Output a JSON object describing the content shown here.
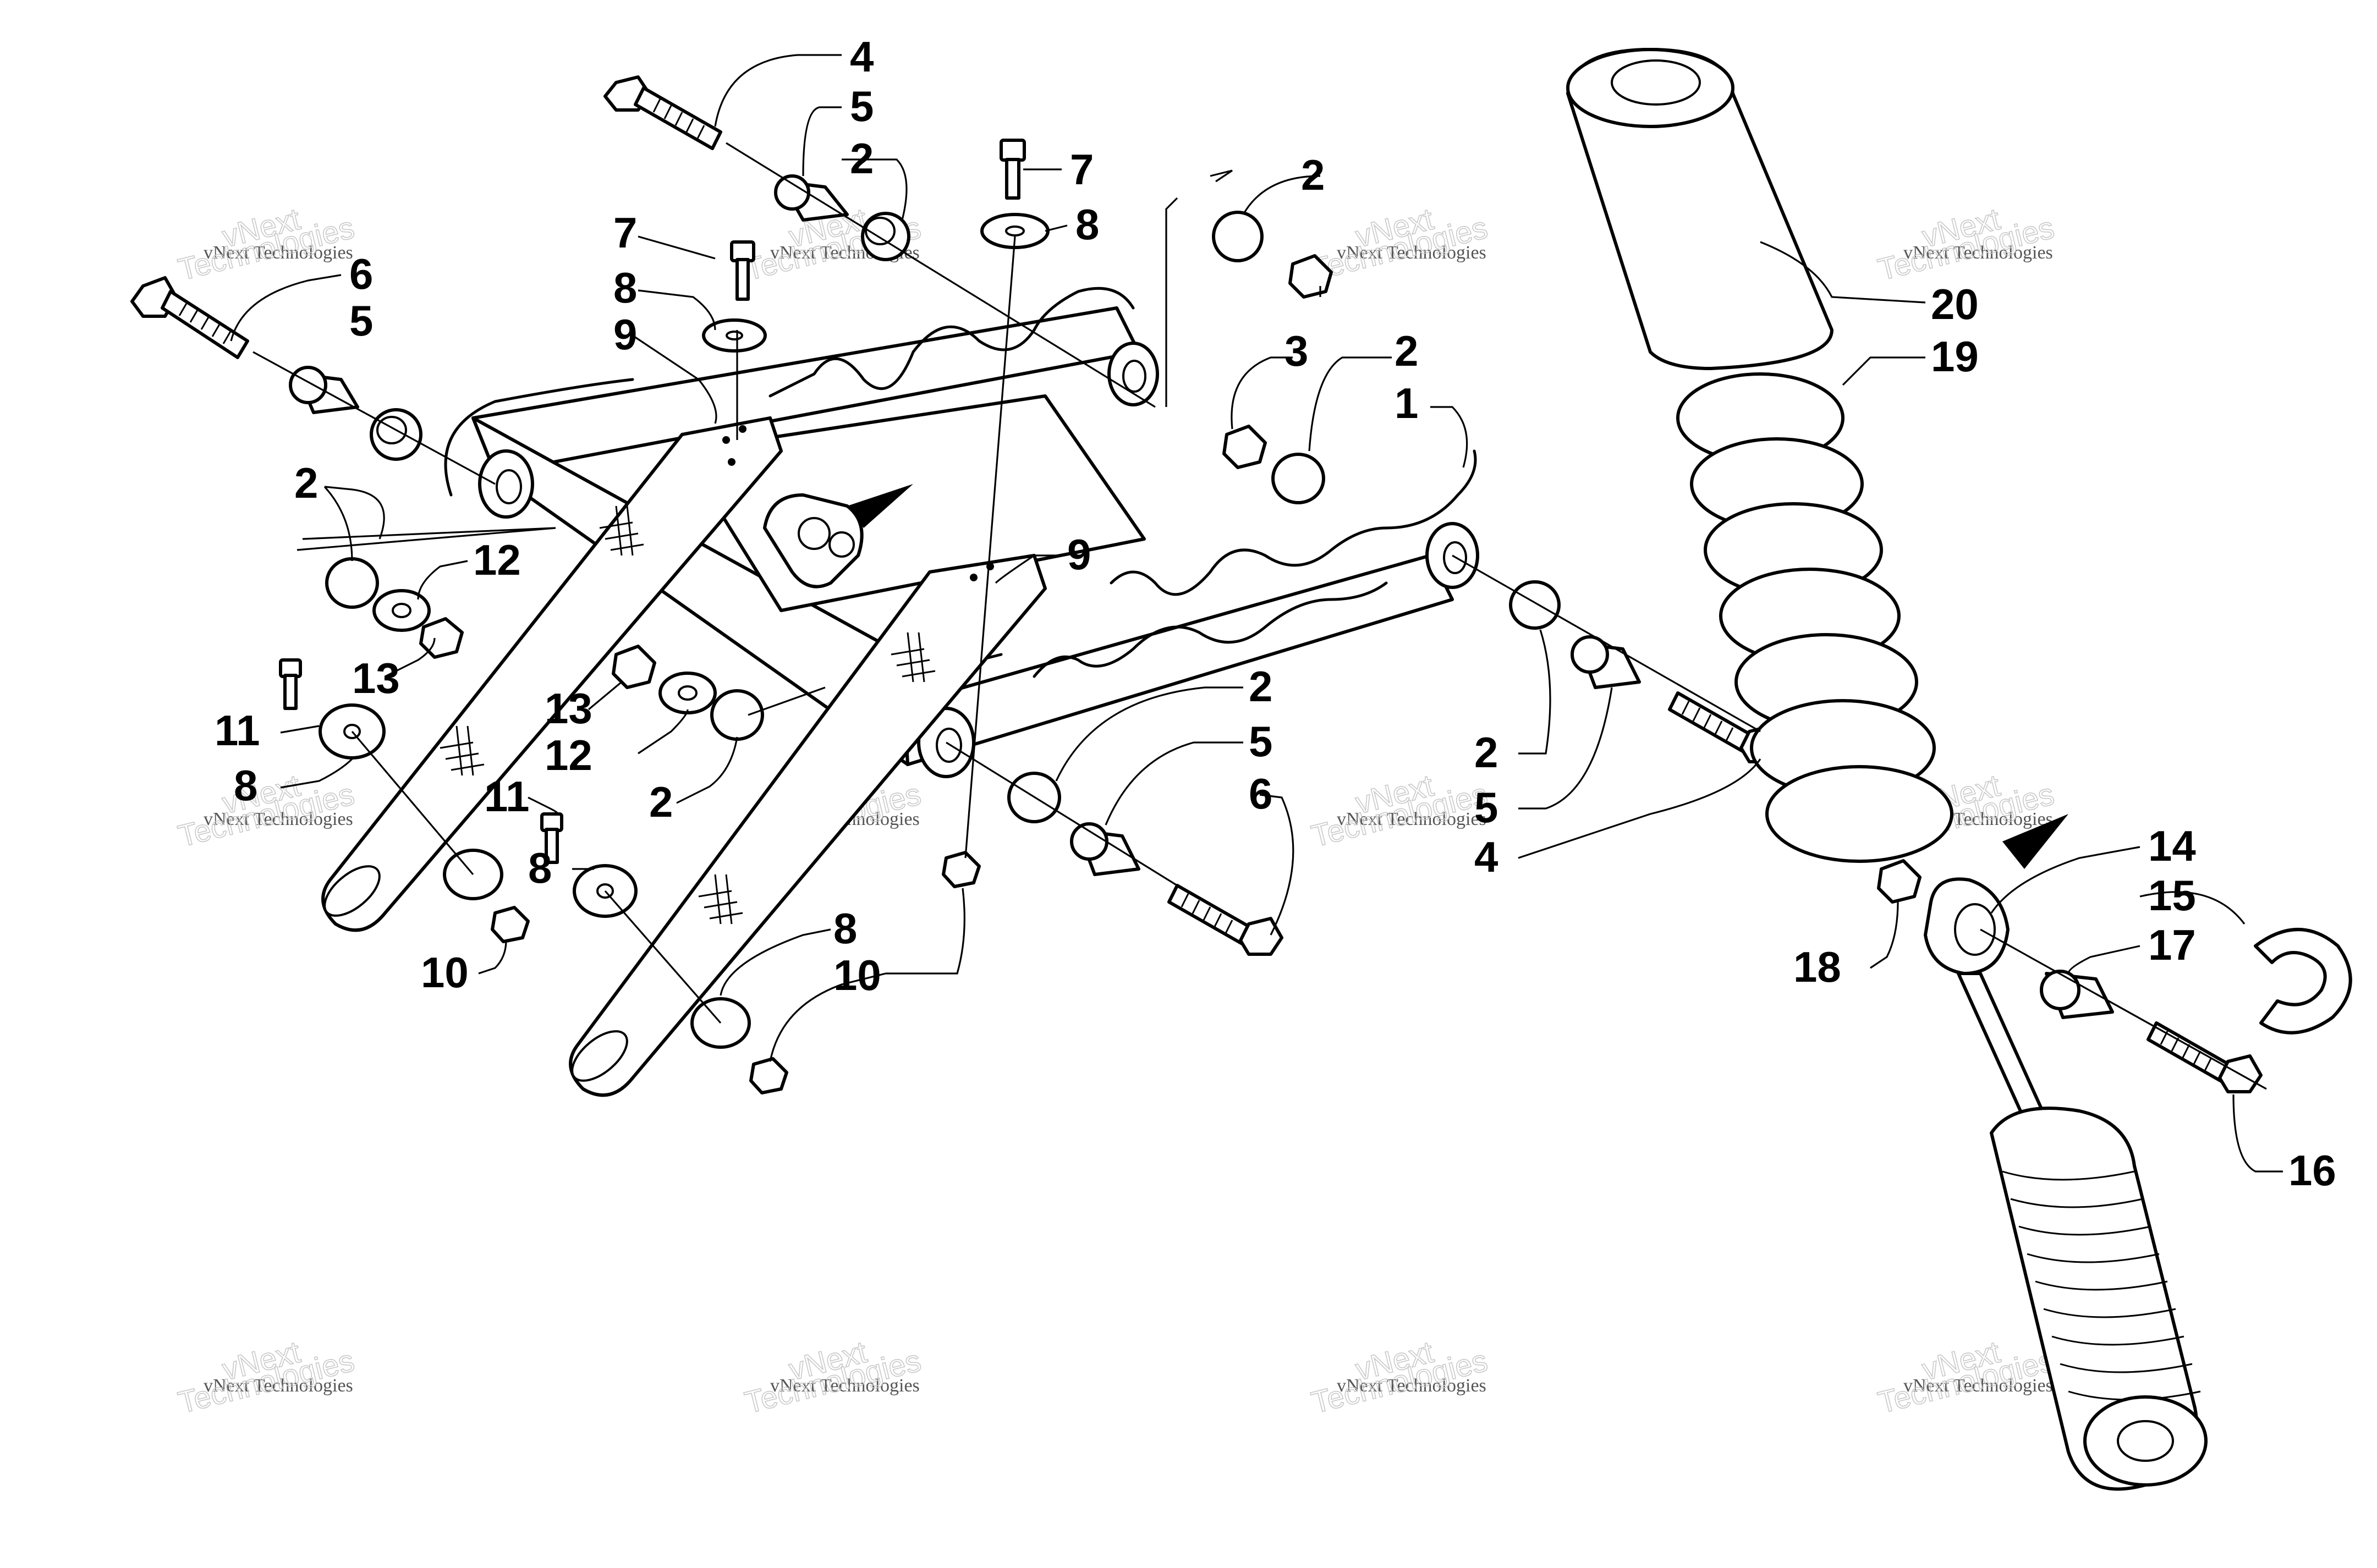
{
  "diagram": {
    "callouts": [
      {
        "id": "c4a",
        "label": "4"
      },
      {
        "id": "c5a",
        "label": "5"
      },
      {
        "id": "c2a",
        "label": "2"
      },
      {
        "id": "c7a",
        "label": "7"
      },
      {
        "id": "c8a",
        "label": "8"
      },
      {
        "id": "c2b",
        "label": "2"
      },
      {
        "id": "c7b",
        "label": "7"
      },
      {
        "id": "c8b",
        "label": "8"
      },
      {
        "id": "c9a",
        "label": "9"
      },
      {
        "id": "c6a",
        "label": "6"
      },
      {
        "id": "c5b",
        "label": "5"
      },
      {
        "id": "c2c",
        "label": "2"
      },
      {
        "id": "c12a",
        "label": "12"
      },
      {
        "id": "c13a",
        "label": "13"
      },
      {
        "id": "c11a",
        "label": "11"
      },
      {
        "id": "c8c",
        "label": "8"
      },
      {
        "id": "c3a",
        "label": "3"
      },
      {
        "id": "c2d",
        "label": "2"
      },
      {
        "id": "c1a",
        "label": "1"
      },
      {
        "id": "c9b",
        "label": "9"
      },
      {
        "id": "c13b",
        "label": "13"
      },
      {
        "id": "c12b",
        "label": "12"
      },
      {
        "id": "c2e",
        "label": "2"
      },
      {
        "id": "c11b",
        "label": "11"
      },
      {
        "id": "c8d",
        "label": "8"
      },
      {
        "id": "c10a",
        "label": "10"
      },
      {
        "id": "c8e",
        "label": "8"
      },
      {
        "id": "c10b",
        "label": "10"
      },
      {
        "id": "c2f",
        "label": "2"
      },
      {
        "id": "c5c",
        "label": "5"
      },
      {
        "id": "c6b",
        "label": "6"
      },
      {
        "id": "c2g",
        "label": "2"
      },
      {
        "id": "c5d",
        "label": "5"
      },
      {
        "id": "c4b",
        "label": "4"
      },
      {
        "id": "c20",
        "label": "20"
      },
      {
        "id": "c19",
        "label": "19"
      },
      {
        "id": "c14",
        "label": "14"
      },
      {
        "id": "c15",
        "label": "15"
      },
      {
        "id": "c17",
        "label": "17"
      },
      {
        "id": "c18",
        "label": "18"
      },
      {
        "id": "c16",
        "label": "16"
      }
    ],
    "watermark": {
      "line1": "vNext Technologies",
      "line2": "vNext",
      "line3": "Technologies"
    }
  }
}
